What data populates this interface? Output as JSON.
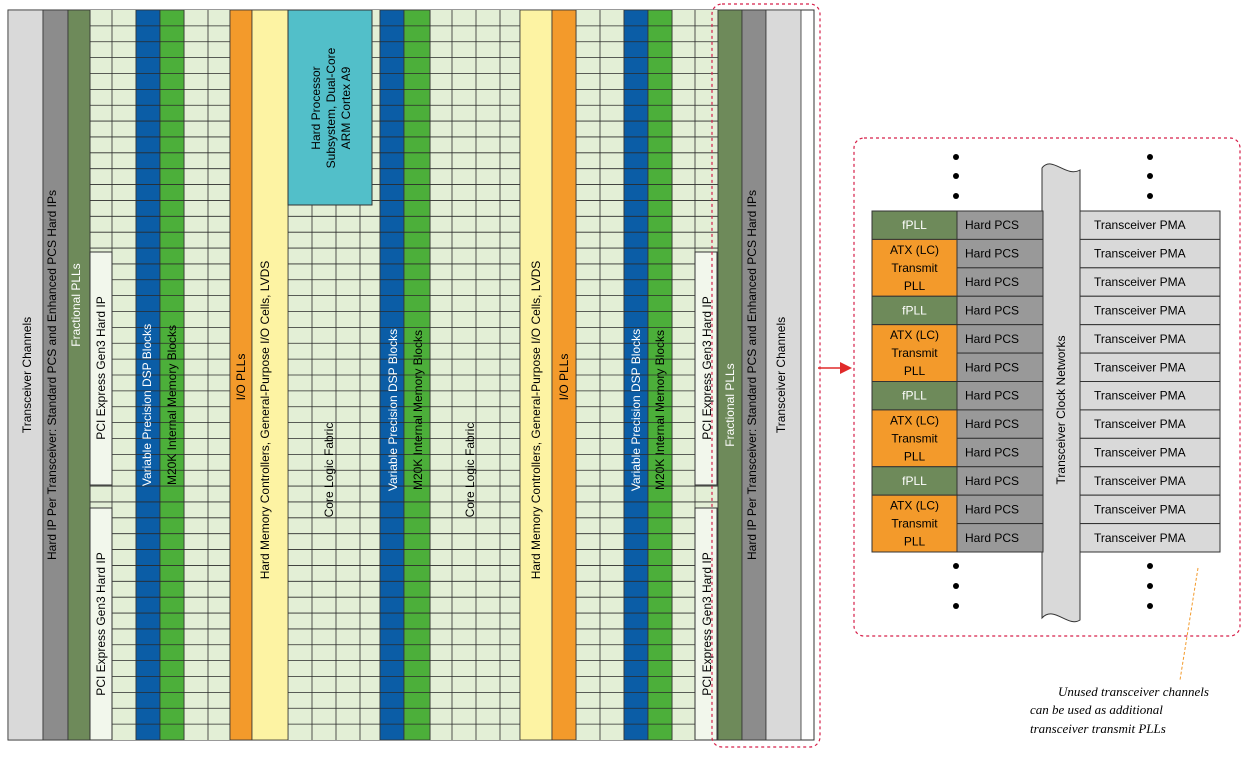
{
  "colors": {
    "grid_fill": "#e3efd6",
    "grid_line": "#2b2b2b",
    "transceiver_channel": "#d9d9d9",
    "hard_ip": "#8c8c8c",
    "fractional_pll": "#6e8a5a",
    "dsp": "#0b5da6",
    "m20k": "#4caf3a",
    "io_pll": "#f39a2b",
    "hmc": "#fdf3a3",
    "hps": "#52bfc9",
    "pcie_box": "#f2f7ec",
    "fpll_cell": "#6e8a5a",
    "atx_cell": "#f39a2b",
    "hard_pcs": "#999999",
    "pma": "#d9d9d9",
    "clock_network": "#d9d9d9",
    "dash_red": "#d6204a",
    "arrow_red": "#e02a2a",
    "dash_orange": "#f39a2b"
  },
  "fpga": {
    "left_columns": {
      "transceiver_channels": "Transceiver Channels",
      "hard_ip_per_transceiver": "Hard IP Per Transceiver: Standard PCS and Enhanced PCS Hard IPs",
      "fractional_plls": "Fractional PLLs"
    },
    "pcie_top_left": "PCI Express Gen3 Hard IP",
    "pcie_bottom_left": "PCI Express Gen3 Hard IP",
    "dsp_left": "Variable Precision DSP Blocks",
    "m20k_left": "M20K Internal Memory Blocks",
    "io_plls_left": "I/O PLLs",
    "hmc_left": "Hard Memory Controllers, General-Purpose I/O Cells, LVDS",
    "hps": [
      "Hard Processor",
      "Subsystem, Dual-Core",
      "ARM Cortex A9"
    ],
    "core_fabric_left": "Core Logic Fabric",
    "dsp_mid": "Variable Precision DSP Blocks",
    "m20k_mid": "M20K Internal Memory Blocks",
    "core_fabric_right": "Core Logic Fabric",
    "hmc_right": "Hard Memory Controllers, General-Purpose I/O Cells, LVDS",
    "io_plls_right": "I/O PLLs",
    "dsp_right": "Variable Precision DSP Blocks",
    "m20k_right": "M20K Internal Memory Blocks",
    "pcie_top_right": "PCI Express Gen3 Hard IP",
    "pcie_bottom_right": "PCI Express Gen3 Hard IP",
    "right_columns": {
      "fractional_plls": "Fractional PLLs",
      "hard_ip_per_transceiver": "Hard IP Per Transceiver: Standard PCS and Enhanced PCS Hard IPs",
      "transceiver_channels": "Transceiver Channels"
    }
  },
  "detail": {
    "fpll": "fPLL",
    "atx": [
      "ATX (LC)",
      "Transmit",
      "PLL"
    ],
    "hard_pcs": "Hard PCS",
    "pma": "Transceiver PMA",
    "clock_networks": "Transceiver Clock Networks",
    "dots": "•"
  },
  "note": [
    "Unused transceiver channels",
    "can be used as additional",
    "transceiver transmit PLLs"
  ]
}
